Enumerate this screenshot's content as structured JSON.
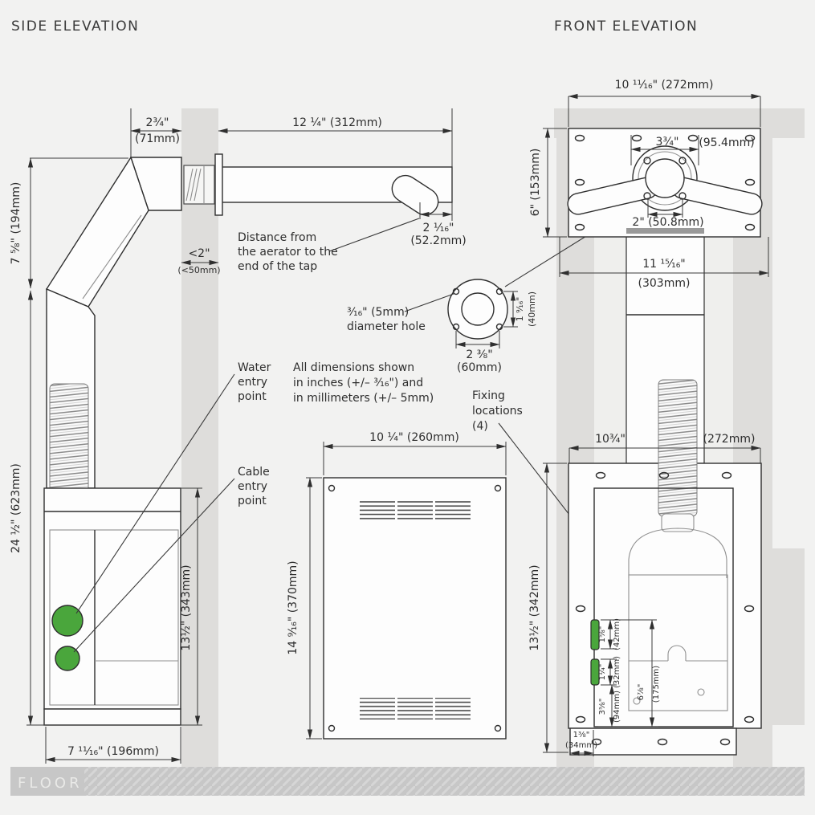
{
  "side": {
    "title": "SIDE ELEVATION",
    "dims": {
      "wall_offset_in": "2¾\"",
      "wall_offset_mm": "(71mm)",
      "spout": "12 ¼\" (312mm)",
      "aerator_in": "2 ¹⁄₁₆\"",
      "aerator_mm": "(52.2mm)",
      "wall_thickness_in": "<2\"",
      "wall_thickness_mm": "(<50mm)",
      "height_upper": "7 ⅝\" (194mm)",
      "height_lower": "24 ½\" (623mm)",
      "box_height": "13½\" (343mm)",
      "box_depth": "7 ¹¹⁄₁₆\" (196mm)"
    },
    "labels": {
      "water": [
        "Water",
        "entry",
        "point"
      ],
      "cable": [
        "Cable",
        "entry",
        "point"
      ],
      "aerator_note": [
        "Distance from",
        "the aerator to the",
        "end of the tap"
      ]
    }
  },
  "notes": {
    "tolerance": [
      "All dimensions shown",
      "in inches (+/– ³⁄₁₆\") and",
      "in millimeters (+/– 5mm)"
    ]
  },
  "details": {
    "hole_label": [
      "³⁄₁₆\" (5mm)",
      "diameter hole"
    ],
    "dim_v_in": "1 ⁹⁄₁₆\"",
    "dim_v_mm": "(40mm)",
    "dim_h_in": "2 ⅜\"",
    "dim_h_mm": "(60mm)",
    "fixing": [
      "Fixing",
      "locations",
      "(4)"
    ]
  },
  "panel": {
    "width": "10 ¼\" (260mm)",
    "height": "14 ⁹⁄₁₆\" (370mm)"
  },
  "front": {
    "title": "FRONT ELEVATION",
    "dims": {
      "top": "10 ¹¹⁄₁₆\" (272mm)",
      "plate_height": "6\" (153mm)",
      "flange_in": "3¾\"",
      "flange_mm": "(95.4mm)",
      "tap": "2\" (50.8mm)",
      "wall_col_in": "11 ¹⁵⁄₁₆\"",
      "wall_col_mm": "(303mm)",
      "lower_w_in": "10¾\"",
      "lower_w_mm": "(272mm)",
      "lower_h": "13½\" (342mm)",
      "e1_in": "1⅝\"",
      "e1_mm": "(42mm)",
      "e2_in": "1¼\"",
      "e2_mm": "(32mm)",
      "e3_in": "3⅝\"",
      "e3_mm": "(94mm)",
      "e4_in": "6⅞\"",
      "e4_mm": "(175mm)",
      "offset_in": "1⅜\"",
      "offset_mm": "(34mm)"
    }
  },
  "floor": {
    "label": "FLOOR"
  },
  "colors": {
    "green": "#4aa63c",
    "wall": "#dedddb",
    "floor": "#c7c7c7",
    "line": "#2f2f2f"
  }
}
